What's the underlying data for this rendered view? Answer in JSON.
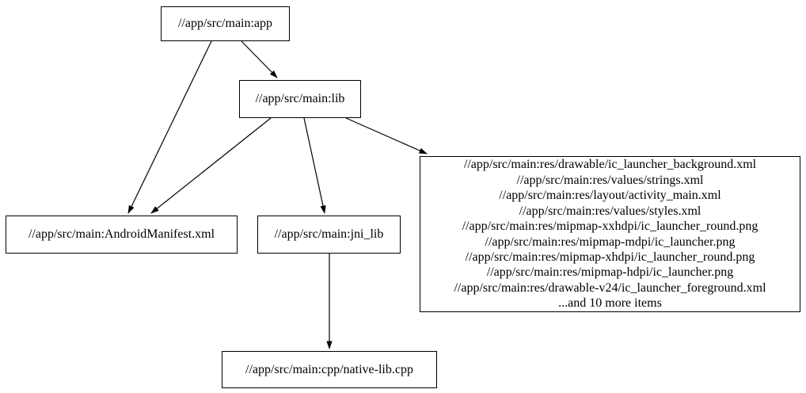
{
  "diagram": {
    "type": "dependency-graph",
    "background_color": "#ffffff",
    "line_color": "#000000",
    "nodes": {
      "app": {
        "label": "//app/src/main:app"
      },
      "lib": {
        "label": "//app/src/main:lib"
      },
      "android_manifest": {
        "label": "//app/src/main:AndroidManifest.xml"
      },
      "jni_lib": {
        "label": "//app/src/main:jni_lib"
      },
      "native_lib_cpp": {
        "label": "//app/src/main:cpp/native-lib.cpp"
      },
      "res_group": {
        "lines": [
          "//app/src/main:res/drawable/ic_launcher_background.xml",
          "//app/src/main:res/values/strings.xml",
          "//app/src/main:res/layout/activity_main.xml",
          "//app/src/main:res/values/styles.xml",
          "//app/src/main:res/mipmap-xxhdpi/ic_launcher_round.png",
          "//app/src/main:res/mipmap-mdpi/ic_launcher.png",
          "//app/src/main:res/mipmap-xhdpi/ic_launcher_round.png",
          "//app/src/main:res/mipmap-hdpi/ic_launcher.png",
          "//app/src/main:res/drawable-v24/ic_launcher_foreground.xml",
          "...and 10 more items"
        ]
      }
    },
    "edges": [
      {
        "from": "app",
        "to": "lib"
      },
      {
        "from": "app",
        "to": "android_manifest"
      },
      {
        "from": "lib",
        "to": "android_manifest"
      },
      {
        "from": "lib",
        "to": "jni_lib"
      },
      {
        "from": "lib",
        "to": "res_group"
      },
      {
        "from": "jni_lib",
        "to": "native_lib_cpp"
      }
    ]
  }
}
